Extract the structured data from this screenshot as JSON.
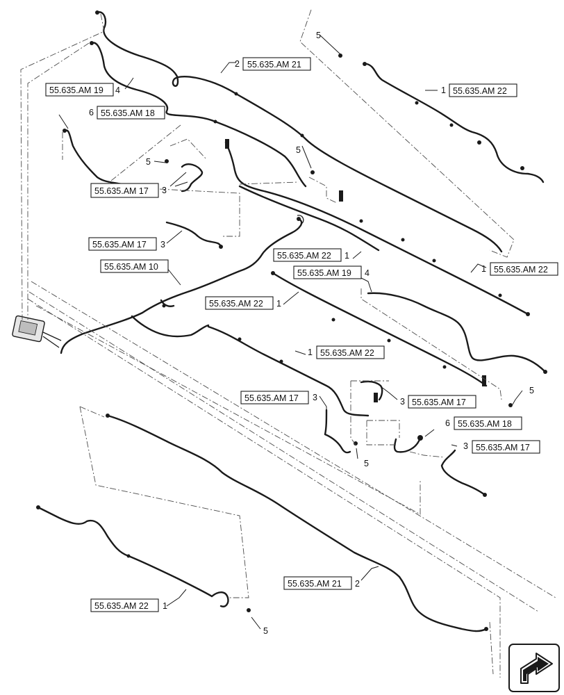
{
  "callouts": [
    {
      "ref": "55.635.AM 21",
      "item": "2"
    },
    {
      "ref": "55.635.AM 19",
      "item": "4"
    },
    {
      "ref": "55.635.AM 18",
      "item": "6"
    },
    {
      "ref": "55.635.AM 22",
      "item": "1"
    },
    {
      "ref": "55.635.AM 17",
      "item": "3"
    },
    {
      "ref": "55.635.AM 17",
      "item": "3"
    },
    {
      "ref": "55.635.AM 22",
      "item": "1"
    },
    {
      "ref": "55.635.AM 10",
      "item": ""
    },
    {
      "ref": "55.635.AM 19",
      "item": "4"
    },
    {
      "ref": "55.635.AM 22",
      "item": "1"
    },
    {
      "ref": "55.635.AM 22",
      "item": "1"
    },
    {
      "ref": "55.635.AM 22",
      "item": "1"
    },
    {
      "ref": "55.635.AM 17",
      "item": "3"
    },
    {
      "ref": "55.635.AM 17",
      "item": "3"
    },
    {
      "ref": "55.635.AM 18",
      "item": "6"
    },
    {
      "ref": "55.635.AM 17",
      "item": "3"
    },
    {
      "ref": "55.635.AM 21",
      "item": "2"
    },
    {
      "ref": "55.635.AM 22",
      "item": "1"
    }
  ],
  "item_numbers": [
    "5",
    "5",
    "5",
    "5",
    "5",
    "5"
  ],
  "nav_icon": "next-page-arrow-icon"
}
